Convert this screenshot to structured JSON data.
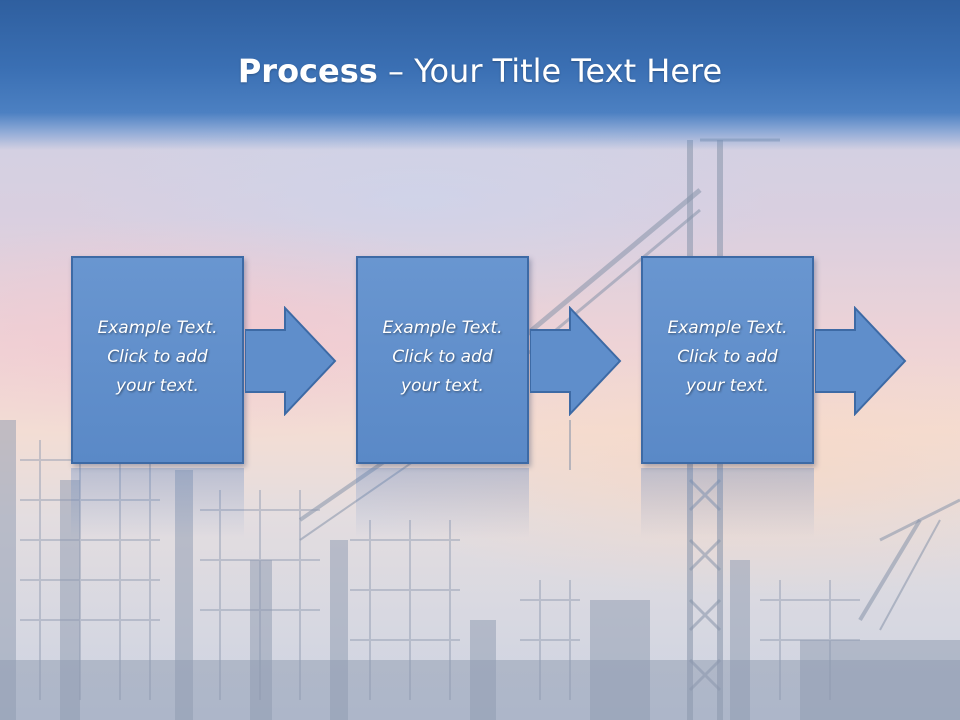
{
  "slide": {
    "title_bold": "Process",
    "title_rest": " – Your Title Text Here",
    "steps": [
      {
        "lines": [
          "Example Text.",
          "Click  to add",
          "your text."
        ]
      },
      {
        "lines": [
          "Example Text.",
          "Click  to add",
          "your text."
        ]
      },
      {
        "lines": [
          "Example Text.",
          "Click  to add",
          "your text."
        ]
      }
    ]
  },
  "colors": {
    "title_bar": "#3a6fb3",
    "box_fill": "#5f8ecb",
    "box_border": "#3d6aa5",
    "text": "#ffffff"
  }
}
